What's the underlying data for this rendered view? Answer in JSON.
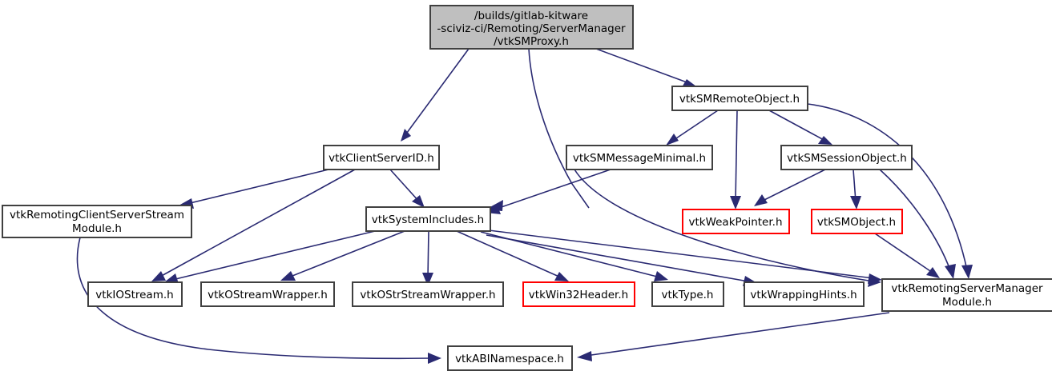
{
  "graph": {
    "type": "include-dependency-graph",
    "title": "/builds/gitlab-kitware-sciviz-ci/Remoting/ServerManager/vtkSMProxy.h include dependency graph",
    "edge_color": "#2a2a72",
    "root_fill": "#bfbfbf",
    "node_border": "#404040",
    "warn_border": "#ff0000",
    "nodes": [
      {
        "id": "root",
        "lines": [
          "/builds/gitlab-kitware",
          "-sciviz-ci/Remoting/ServerManager",
          "/vtkSMProxy.h"
        ],
        "style": "root"
      },
      {
        "id": "remoteobject",
        "lines": [
          "vtkSMRemoteObject.h"
        ],
        "style": "normal"
      },
      {
        "id": "clientserverid",
        "lines": [
          "vtkClientServerID.h"
        ],
        "style": "normal"
      },
      {
        "id": "messageminimal",
        "lines": [
          "vtkSMMessageMinimal.h"
        ],
        "style": "normal"
      },
      {
        "id": "sessionobject",
        "lines": [
          "vtkSMSessionObject.h"
        ],
        "style": "normal"
      },
      {
        "id": "clientserverstreammodule",
        "lines": [
          "vtkRemotingClientServerStream",
          "Module.h"
        ],
        "style": "normal"
      },
      {
        "id": "systemincludes",
        "lines": [
          "vtkSystemIncludes.h"
        ],
        "style": "normal"
      },
      {
        "id": "weakpointer",
        "lines": [
          "vtkWeakPointer.h"
        ],
        "style": "warn"
      },
      {
        "id": "smobject",
        "lines": [
          "vtkSMObject.h"
        ],
        "style": "warn"
      },
      {
        "id": "iostream",
        "lines": [
          "vtkIOStream.h"
        ],
        "style": "normal"
      },
      {
        "id": "ostreamwrapper",
        "lines": [
          "vtkOStreamWrapper.h"
        ],
        "style": "normal"
      },
      {
        "id": "ostrstreamwrapper",
        "lines": [
          "vtkOStrStreamWrapper.h"
        ],
        "style": "normal"
      },
      {
        "id": "win32header",
        "lines": [
          "vtkWin32Header.h"
        ],
        "style": "warn"
      },
      {
        "id": "vtktype",
        "lines": [
          "vtkType.h"
        ],
        "style": "normal"
      },
      {
        "id": "wrappinghints",
        "lines": [
          "vtkWrappingHints.h"
        ],
        "style": "normal"
      },
      {
        "id": "servermanagermodule",
        "lines": [
          "vtkRemotingServerManager",
          "Module.h"
        ],
        "style": "normal"
      },
      {
        "id": "abinamespace",
        "lines": [
          "vtkABINamespace.h"
        ],
        "style": "normal"
      }
    ],
    "edges": [
      {
        "from": "root",
        "to": "clientserverid"
      },
      {
        "from": "root",
        "to": "systemincludes"
      },
      {
        "from": "root",
        "to": "remoteobject"
      },
      {
        "from": "remoteobject",
        "to": "messageminimal"
      },
      {
        "from": "remoteobject",
        "to": "weakpointer"
      },
      {
        "from": "remoteobject",
        "to": "sessionobject"
      },
      {
        "from": "remoteobject",
        "to": "servermanagermodule"
      },
      {
        "from": "clientserverid",
        "to": "clientserverstreammodule"
      },
      {
        "from": "clientserverid",
        "to": "iostream"
      },
      {
        "from": "clientserverid",
        "to": "systemincludes"
      },
      {
        "from": "messageminimal",
        "to": "systemincludes"
      },
      {
        "from": "messageminimal",
        "to": "servermanagermodule"
      },
      {
        "from": "sessionobject",
        "to": "weakpointer"
      },
      {
        "from": "sessionobject",
        "to": "smobject"
      },
      {
        "from": "sessionobject",
        "to": "servermanagermodule"
      },
      {
        "from": "smobject",
        "to": "servermanagermodule"
      },
      {
        "from": "clientserverstreammodule",
        "to": "abinamespace"
      },
      {
        "from": "systemincludes",
        "to": "iostream"
      },
      {
        "from": "systemincludes",
        "to": "ostreamwrapper"
      },
      {
        "from": "systemincludes",
        "to": "ostrstreamwrapper"
      },
      {
        "from": "systemincludes",
        "to": "win32header"
      },
      {
        "from": "systemincludes",
        "to": "vtktype"
      },
      {
        "from": "systemincludes",
        "to": "wrappinghints"
      },
      {
        "from": "systemincludes",
        "to": "servermanagermodule"
      },
      {
        "from": "servermanagermodule",
        "to": "abinamespace"
      }
    ]
  }
}
